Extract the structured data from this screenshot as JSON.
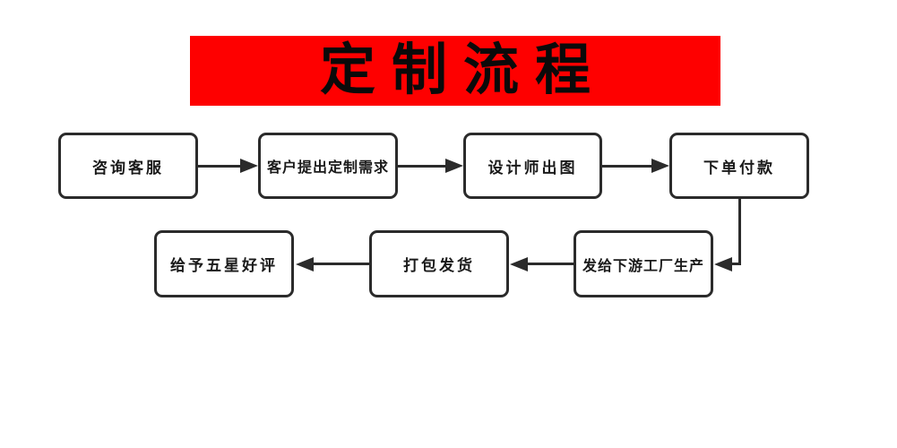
{
  "banner": {
    "title": "定制流程"
  },
  "flow": {
    "steps": [
      {
        "label": "咨询客服"
      },
      {
        "label": "客户提出定制需求"
      },
      {
        "label": "设计师出图"
      },
      {
        "label": "下单付款"
      },
      {
        "label": "发给下游工厂生产"
      },
      {
        "label": "打包发货"
      },
      {
        "label": "给予五星好评"
      }
    ],
    "sequence": "咨询客服 → 客户提出定制需求 → 设计师出图 → 下单付款 → 发给下游工厂生产 → 打包发货 → 给予五星好评"
  },
  "colors": {
    "banner_bg": "#FE0000",
    "box_border": "#2B2B2B",
    "arrow": "#2B2B2B",
    "page_bg": "#FFFFFF",
    "box_text": "#1A1A1A"
  }
}
